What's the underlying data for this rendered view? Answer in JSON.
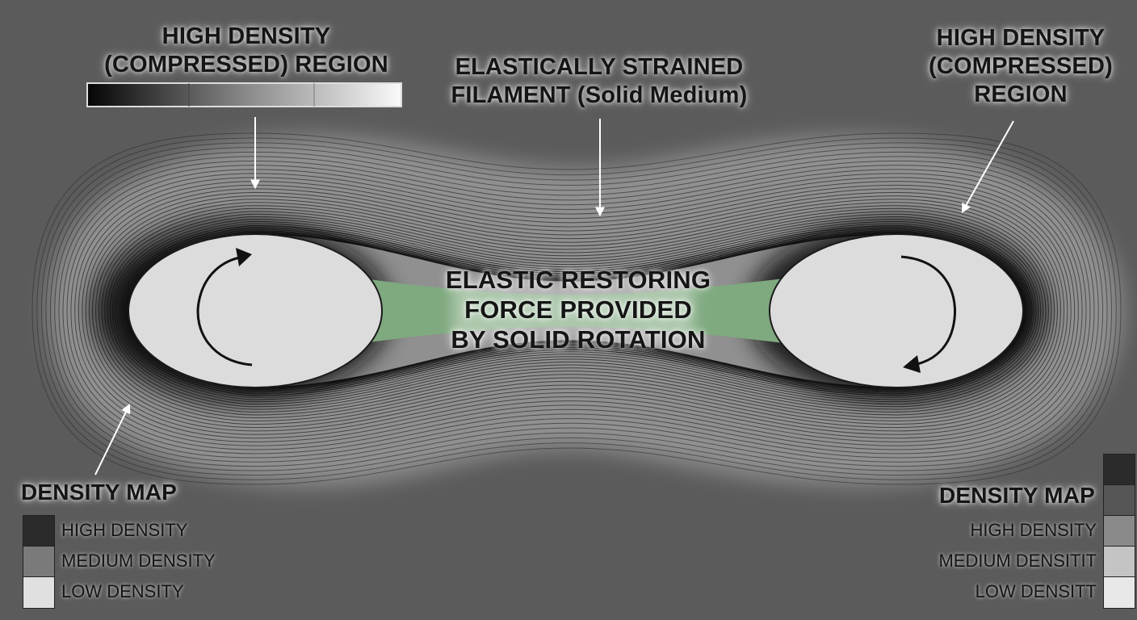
{
  "labels": {
    "top_left": "HIGH DENSITY\n(COMPRESSED) REGION",
    "top_center": "ELASTICALLY STRAINED\nFILAMENT (Solid Medium)",
    "top_right": "HIGH DENSITY\n(COMPRESSED)\nREGION",
    "center": "ELASTIC RESTORING\nFORCE PROVIDED\nBY SOLID ROTATION"
  },
  "legend_left": {
    "title": "DENSITY MAP",
    "items": [
      "HIGH DENSITY",
      "MEDIUM DENSITY",
      "LOW DENSITY"
    ]
  },
  "legend_right": {
    "title": "DENSITY MAP",
    "items": [
      "HIGH DENSITY",
      "MEDIUM DENSITIT",
      "LOW DENSITT"
    ]
  },
  "colors": {
    "background": "#5b5b5b",
    "high_density": "#2b2b2b",
    "medium_density": "#7a7a7a",
    "low_density": "#e0e0e0",
    "filament": "#7fa97f",
    "body_fill": "#dcdcdc"
  },
  "rotation": {
    "left": "clockwise",
    "right": "clockwise"
  }
}
